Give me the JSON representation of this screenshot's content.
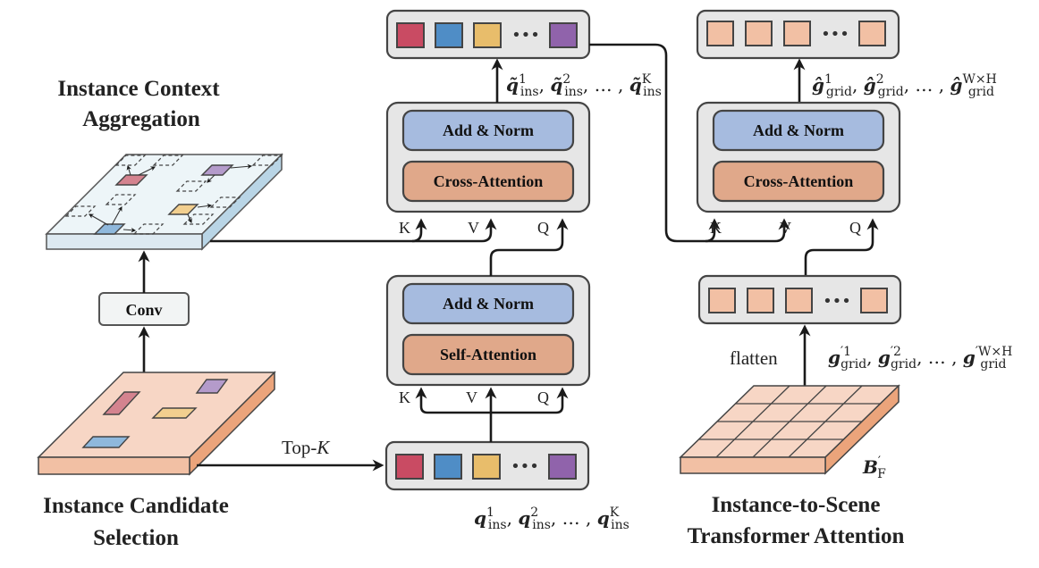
{
  "colors": {
    "add_norm": "#a6bbdf",
    "attention": "#e0a88a",
    "token_red": "#c94b63",
    "token_blue": "#4f8dc6",
    "token_yellow": "#e8bd6b",
    "token_purple": "#9063ab",
    "grid_token": "#f2c0a4",
    "context_plane": "#edf5f8",
    "context_side": "#b9d5e6",
    "candidate_plane": "#f7d6c5",
    "candidate_side": "#eba47b"
  },
  "sections": {
    "context_title_1": "Instance Context",
    "context_title_2": "Aggregation",
    "candidate_title_1": "Instance Candidate",
    "candidate_title_2": "Selection",
    "scene_title_1": "Instance-to-Scene",
    "scene_title_2": "Transformer Attention"
  },
  "blocks": {
    "conv": "Conv",
    "add_norm": "Add & Norm",
    "cross_attention": "Cross-Attention",
    "self_attention": "Self-Attention"
  },
  "ports": {
    "k": "K",
    "v": "V",
    "q": "Q"
  },
  "edges": {
    "topk_prefix": "Top-",
    "topk_var": "K",
    "flatten": "flatten"
  },
  "math": {
    "q_ins": {
      "sym": "q",
      "sub": "ins",
      "sups": [
        "1",
        "2",
        "K"
      ],
      "sep": "…"
    },
    "q_tilde_ins": {
      "sym": "q̃",
      "sub": "ins",
      "sups": [
        "1",
        "2",
        "K"
      ],
      "sep": "…"
    },
    "g_grid_prime": {
      "sym": "g",
      "sub": "grid",
      "sups": [
        "′1",
        "′2",
        "′W×H"
      ],
      "sep": "…"
    },
    "g_hat_grid": {
      "sym": "ĝ",
      "sub": "grid",
      "sups": [
        "1",
        "2",
        "W×H"
      ],
      "sep": "…"
    },
    "bf_sym": "B",
    "bf_sup": "′",
    "bf_sub": "F"
  },
  "ellipsis": "•••"
}
